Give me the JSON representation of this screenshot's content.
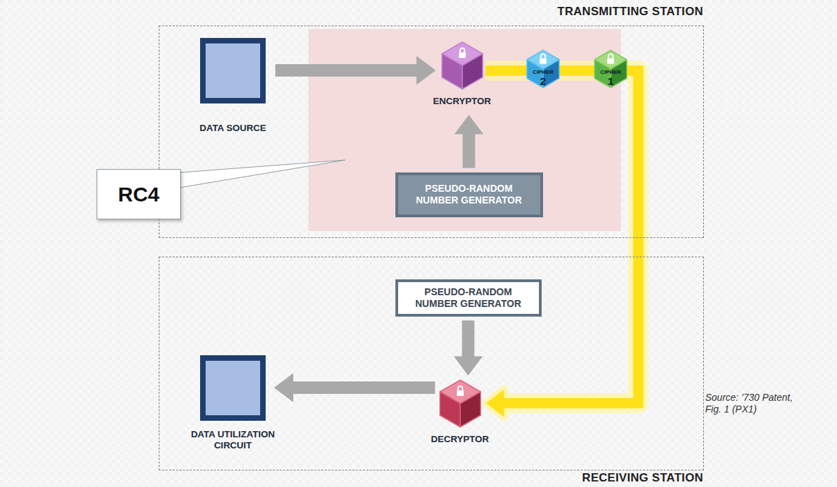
{
  "diagram": {
    "caption": "Source: ’730 Patent, Fig. 1 (PX1)",
    "nodes": [
      {
        "text": [
          "TRANSMITTING STATION"
        ]
      },
      {
        "text": [
          "RECEIVING STATION"
        ]
      },
      {
        "text": [
          "DATA SOURCE"
        ],
        "in": 0
      },
      {
        "text": [
          "ENCRYPTOR"
        ],
        "in": 0
      },
      {
        "text": [
          "PSEUDO-RANDOM NUMBER GENERATOR"
        ],
        "in": 0
      },
      {
        "text": [
          "PSEUDO-RANDOM NUMBER GENERATOR"
        ],
        "in": 1
      },
      {
        "text": [
          "DECRYPTOR"
        ],
        "in": 1
      },
      {
        "text": [
          "DATA UTILIZATION CIRCUIT"
        ],
        "in": 1
      },
      {
        "text": [
          "RC4"
        ]
      }
    ],
    "edges": [
      {
        "from": 2,
        "to": 3,
        "arrow": "to"
      },
      {
        "from": 4,
        "to": 3,
        "arrow": "to"
      },
      {
        "from": 3,
        "to": 6,
        "arrow": "to"
      },
      {
        "from": 5,
        "to": 6,
        "arrow": "to"
      },
      {
        "from": 6,
        "to": 7,
        "arrow": "to"
      }
    ],
    "labels": [
      "CIPHER",
      "2",
      "CIPHER",
      "1"
    ]
  }
}
